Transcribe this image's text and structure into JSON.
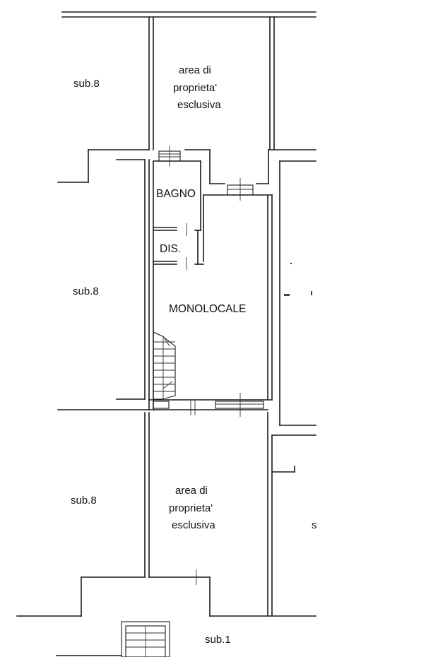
{
  "labels": {
    "sub8_top": "sub.8",
    "area_top": [
      "area di",
      "proprieta'",
      "esclusiva"
    ],
    "bagno": "BAGNO",
    "dis": "DIS.",
    "sub8_mid": "sub.8",
    "monolocale": "MONOLOCALE",
    "sub8_bottom": "sub.8",
    "area_bottom": [
      "area di",
      "proprieta'",
      "esclusiva"
    ],
    "right_partial": "s",
    "sub1": "sub.1"
  }
}
